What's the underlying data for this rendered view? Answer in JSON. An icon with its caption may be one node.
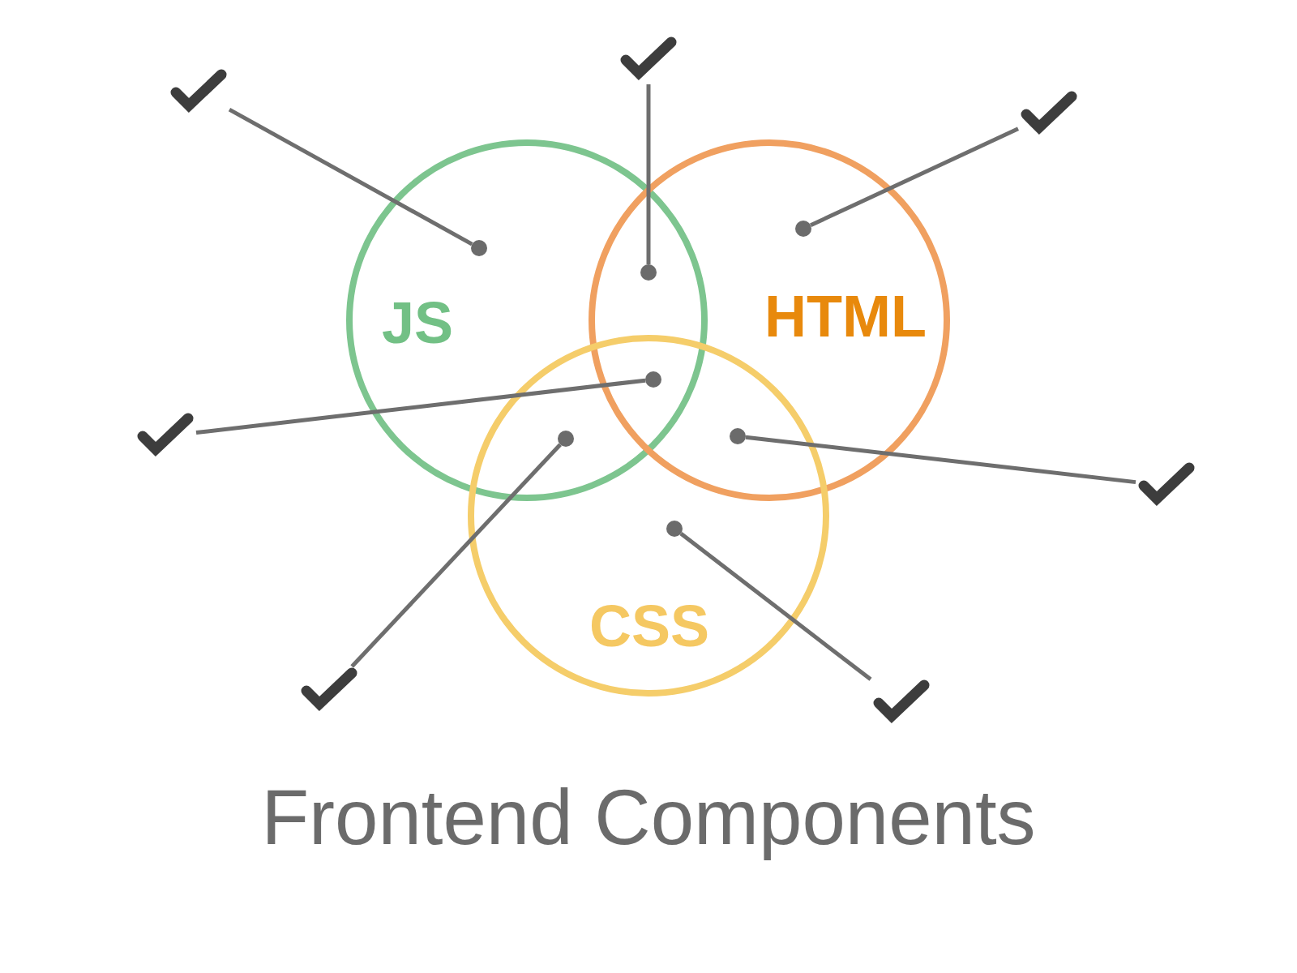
{
  "diagram": {
    "title": "Frontend Components",
    "nodes": [
      {
        "text": [
          "JS"
        ]
      },
      {
        "text": [
          "HTML"
        ]
      },
      {
        "text": [
          "CSS"
        ]
      },
      {
        "text": [],
        "shape": "checkmark"
      },
      {
        "text": [],
        "shape": "checkmark"
      },
      {
        "text": [],
        "shape": "checkmark"
      },
      {
        "text": [],
        "shape": "checkmark"
      },
      {
        "text": [],
        "shape": "checkmark"
      },
      {
        "text": [],
        "shape": "checkmark"
      },
      {
        "text": [],
        "shape": "checkmark"
      },
      {
        "text": [],
        "shape": "circle",
        "in": 0
      },
      {
        "text": [],
        "shape": "circle"
      },
      {
        "text": [],
        "shape": "circle",
        "in": 1
      },
      {
        "text": [],
        "shape": "circle"
      },
      {
        "text": [],
        "shape": "circle"
      },
      {
        "text": [],
        "shape": "circle"
      },
      {
        "text": [],
        "shape": "circle",
        "in": 2
      }
    ],
    "edges": [
      {
        "from": 3,
        "to": 10,
        "arrow": "none"
      },
      {
        "from": 4,
        "to": 11,
        "arrow": "none"
      },
      {
        "from": 5,
        "to": 12,
        "arrow": "none"
      },
      {
        "from": 6,
        "to": 13,
        "arrow": "none"
      },
      {
        "from": 7,
        "to": 14,
        "arrow": "none"
      },
      {
        "from": 8,
        "to": 15,
        "arrow": "none"
      },
      {
        "from": 9,
        "to": 16,
        "arrow": "none"
      }
    ]
  }
}
